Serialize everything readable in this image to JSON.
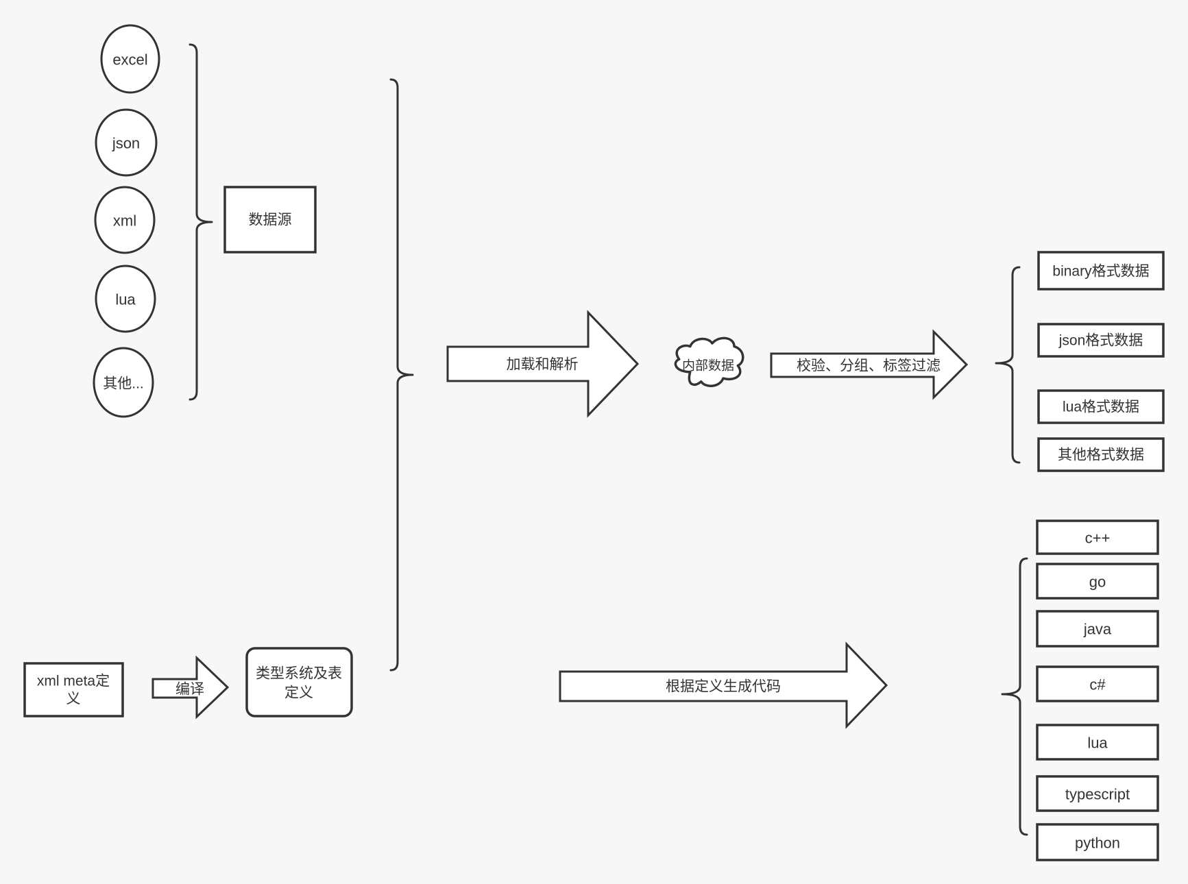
{
  "colors": {
    "background": "#f7f7f7",
    "stroke": "#333333",
    "node-fill": "#ffffff",
    "text": "#333333"
  },
  "diagram": {
    "source_circles": [
      "excel",
      "json",
      "xml",
      "lua",
      "其他..."
    ],
    "source_group_box": "数据源",
    "load_arrow_label": "加载和解析",
    "internal_data_cloud": "内部数据",
    "filter_arrow_label": "校验、分组、标签过滤",
    "output_formats": [
      "binary格式数据",
      "json格式数据",
      "lua格式数据",
      "其他格式数据"
    ],
    "meta_definition_box": {
      "line1": "xml meta定",
      "line2": "义"
    },
    "compile_arrow_label": "编译",
    "type_system_box": {
      "line1": "类型系统及表",
      "line2": "定义"
    },
    "codegen_arrow_label": "根据定义生成代码",
    "languages": [
      "c++",
      "go",
      "java",
      "c#",
      "lua",
      "typescript",
      "python"
    ]
  }
}
